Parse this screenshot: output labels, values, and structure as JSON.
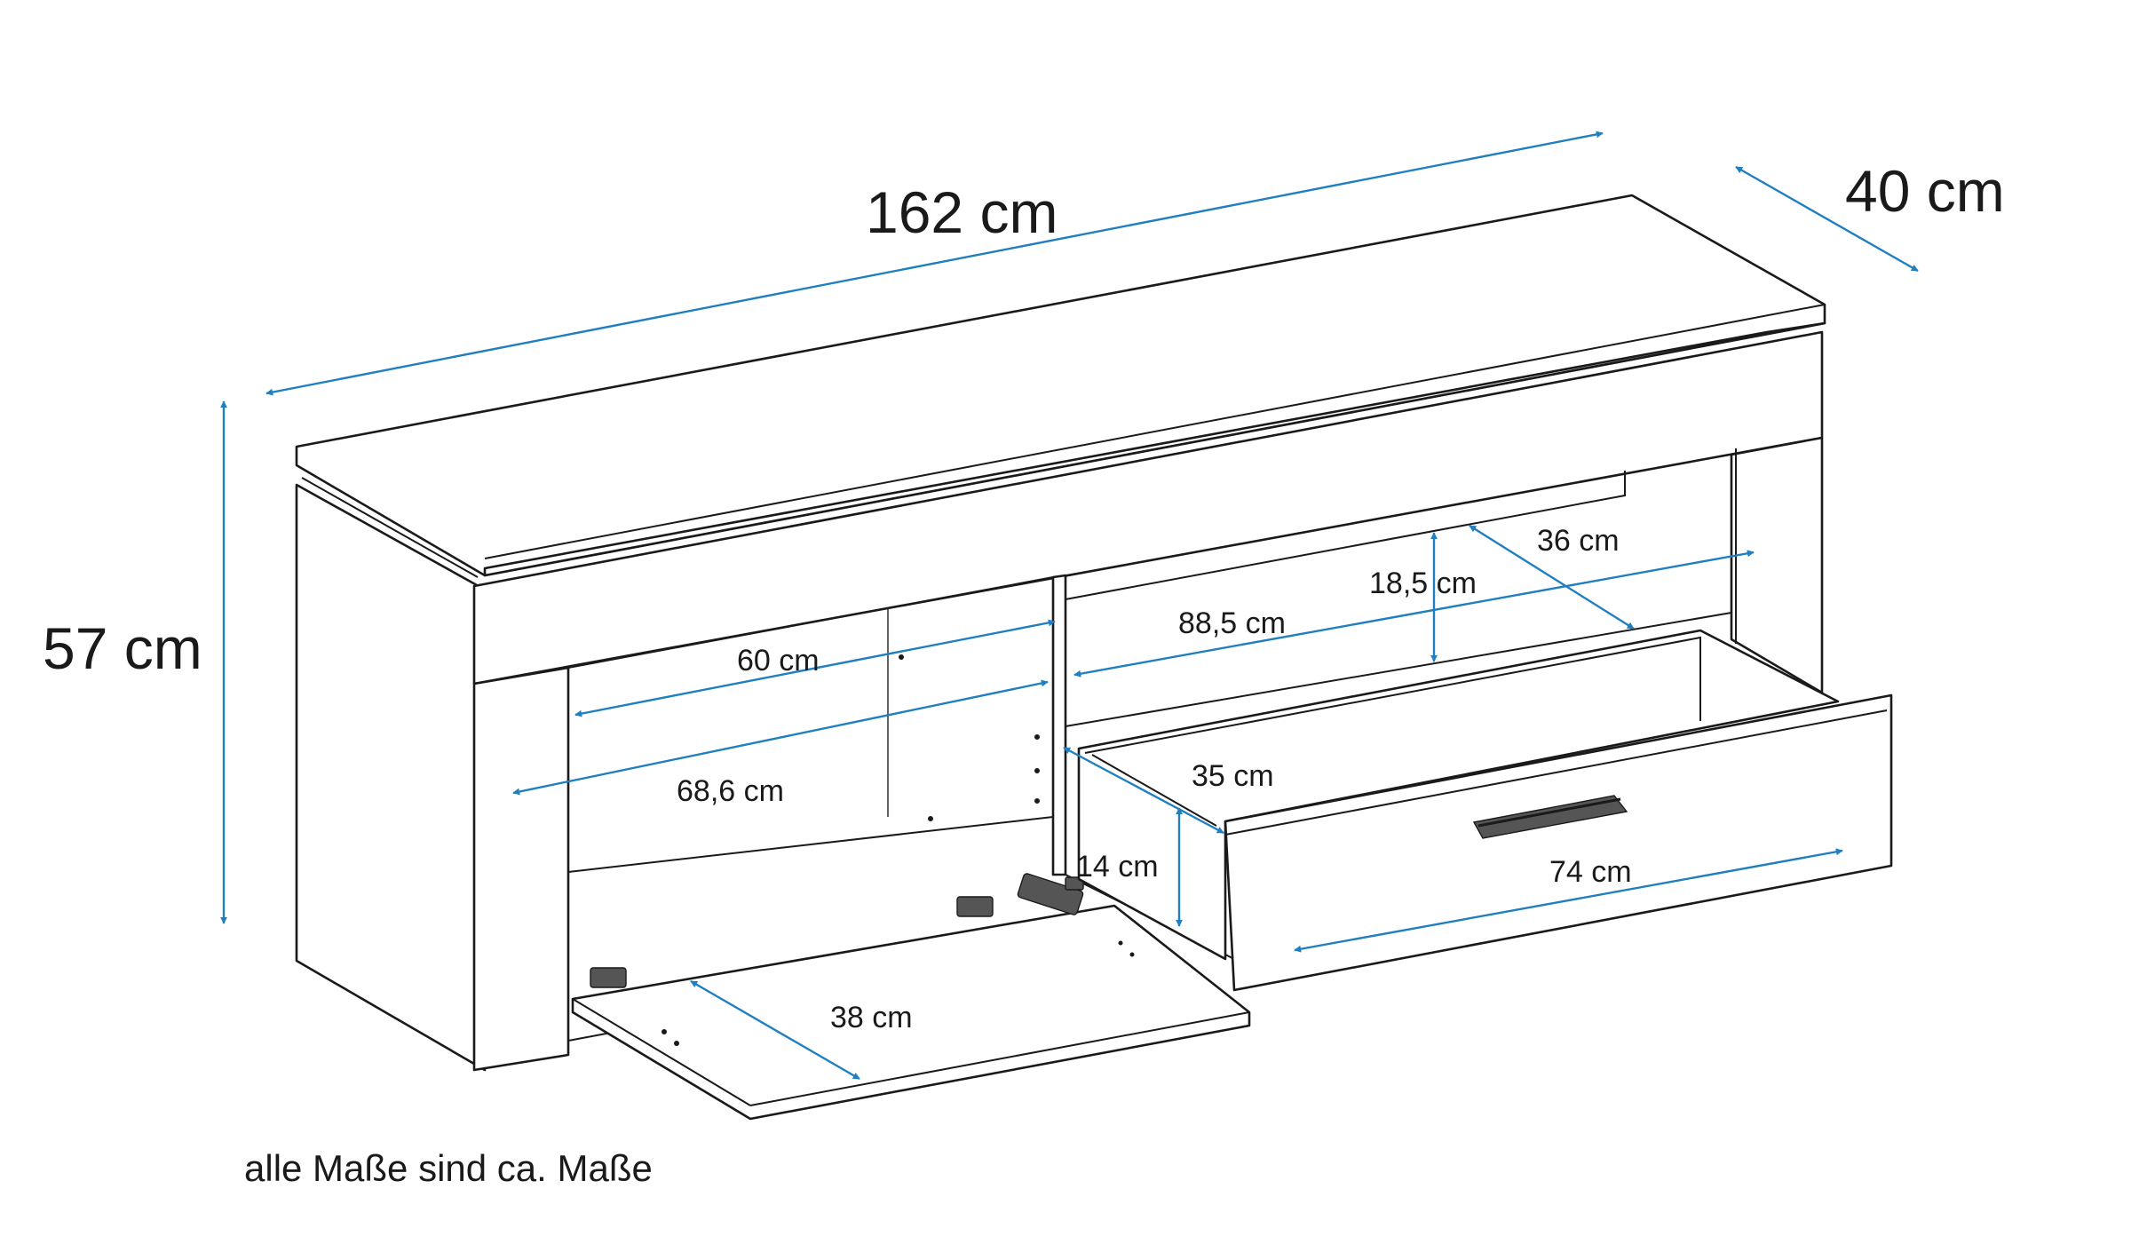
{
  "colors": {
    "dimension_line": "#1f7fc0",
    "outline": "#1a1a1a",
    "background": "#ffffff"
  },
  "dimensions": {
    "width_total": "162 cm",
    "depth_total": "40 cm",
    "height_total": "57 cm",
    "open_shelf_width": "88,5 cm",
    "open_shelf_depth": "36 cm",
    "open_shelf_height": "18,5 cm",
    "left_compartment_inner_width": "60 cm",
    "left_flap_width": "68,6 cm",
    "drawer_depth": "35 cm",
    "drawer_height": "14 cm",
    "drawer_width": "74 cm",
    "flap_depth": "38 cm"
  },
  "footnote": "alle Maße sind ca. Maße"
}
